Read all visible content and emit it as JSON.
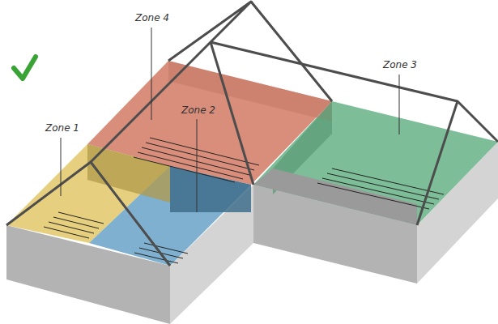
{
  "diagram": {
    "labels": [
      "Zone 4",
      "Zone 2",
      "Zone 1",
      "Zone 3"
    ]
  }
}
